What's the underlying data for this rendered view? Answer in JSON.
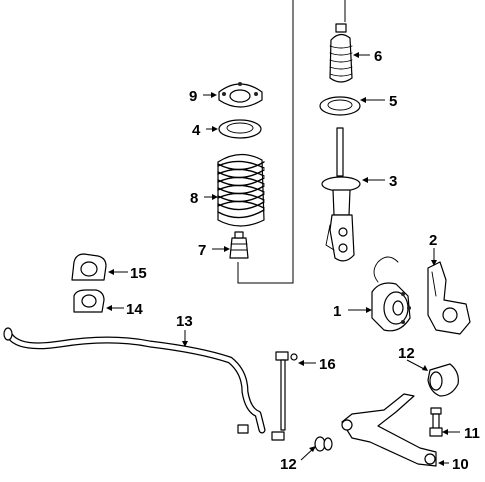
{
  "callouts": [
    {
      "id": "callout-1",
      "label": "1"
    },
    {
      "id": "callout-2",
      "label": "2"
    },
    {
      "id": "callout-3",
      "label": "3"
    },
    {
      "id": "callout-4",
      "label": "4"
    },
    {
      "id": "callout-5",
      "label": "5"
    },
    {
      "id": "callout-6",
      "label": "6"
    },
    {
      "id": "callout-7",
      "label": "7"
    },
    {
      "id": "callout-8",
      "label": "8"
    },
    {
      "id": "callout-9",
      "label": "9"
    },
    {
      "id": "callout-10",
      "label": "10"
    },
    {
      "id": "callout-11",
      "label": "11"
    },
    {
      "id": "callout-12a",
      "label": "12"
    },
    {
      "id": "callout-12b",
      "label": "12"
    },
    {
      "id": "callout-13",
      "label": "13"
    },
    {
      "id": "callout-14",
      "label": "14"
    },
    {
      "id": "callout-15",
      "label": "15"
    },
    {
      "id": "callout-16",
      "label": "16"
    }
  ]
}
